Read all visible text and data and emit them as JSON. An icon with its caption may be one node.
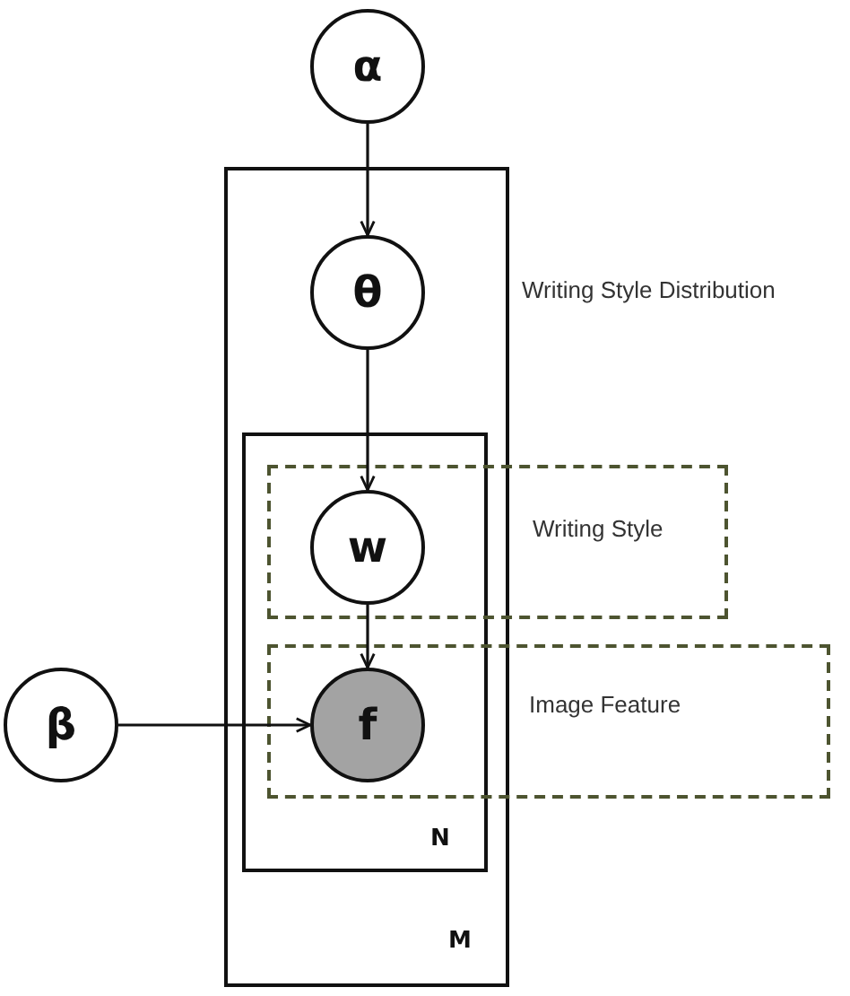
{
  "diagram": {
    "nodes": [
      {
        "text": [
          "α"
        ]
      },
      {
        "text": [
          "M"
        ],
        "beside": [
          "Writing Style Distribution"
        ]
      },
      {
        "text": [
          "θ"
        ],
        "in": 1
      },
      {
        "text": [
          "N"
        ],
        "in": 1
      },
      {
        "text": [
          "w"
        ],
        "in": 3
      },
      {
        "text": [
          "β"
        ]
      },
      {
        "text": [
          "f"
        ],
        "in": 3
      }
    ],
    "edges": [
      {
        "from": 0,
        "to": 2,
        "arrow": "to"
      },
      {
        "from": 2,
        "to": 4,
        "arrow": "to"
      },
      {
        "from": 4,
        "to": 6,
        "arrow": "to"
      },
      {
        "from": 5,
        "to": 6,
        "arrow": "to"
      }
    ],
    "labels": [
      "Writing Style",
      "Image Feature"
    ]
  }
}
